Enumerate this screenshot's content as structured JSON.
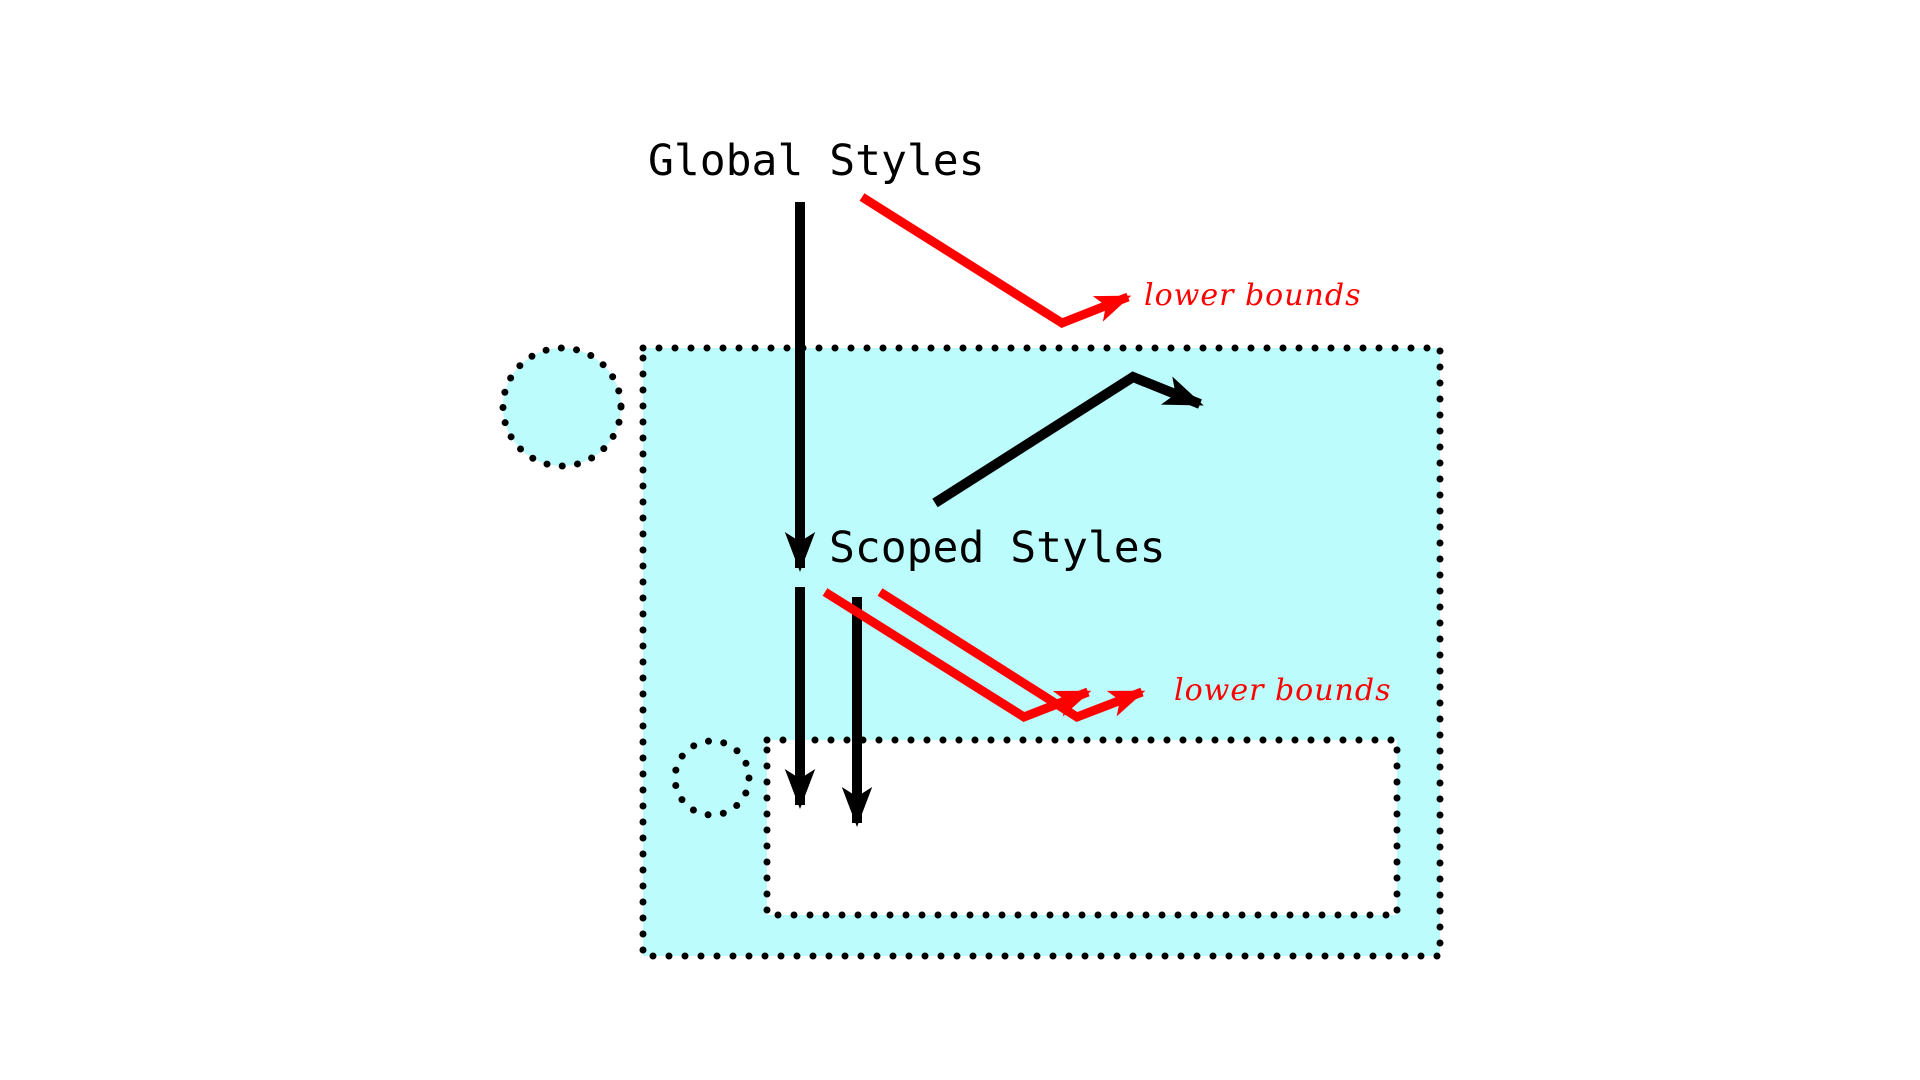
{
  "colors": {
    "background": "#ffffff",
    "scope_fill": "#bdfcfd",
    "inner_fill": "#ffffff",
    "arrow_black": "#000000",
    "arrow_red": "#ff0000"
  },
  "labels": {
    "global_styles": "Global Styles",
    "scoped_styles": "Scoped Styles",
    "lower_bounds_top": "lower bounds",
    "lower_bounds_bottom": "lower bounds"
  }
}
